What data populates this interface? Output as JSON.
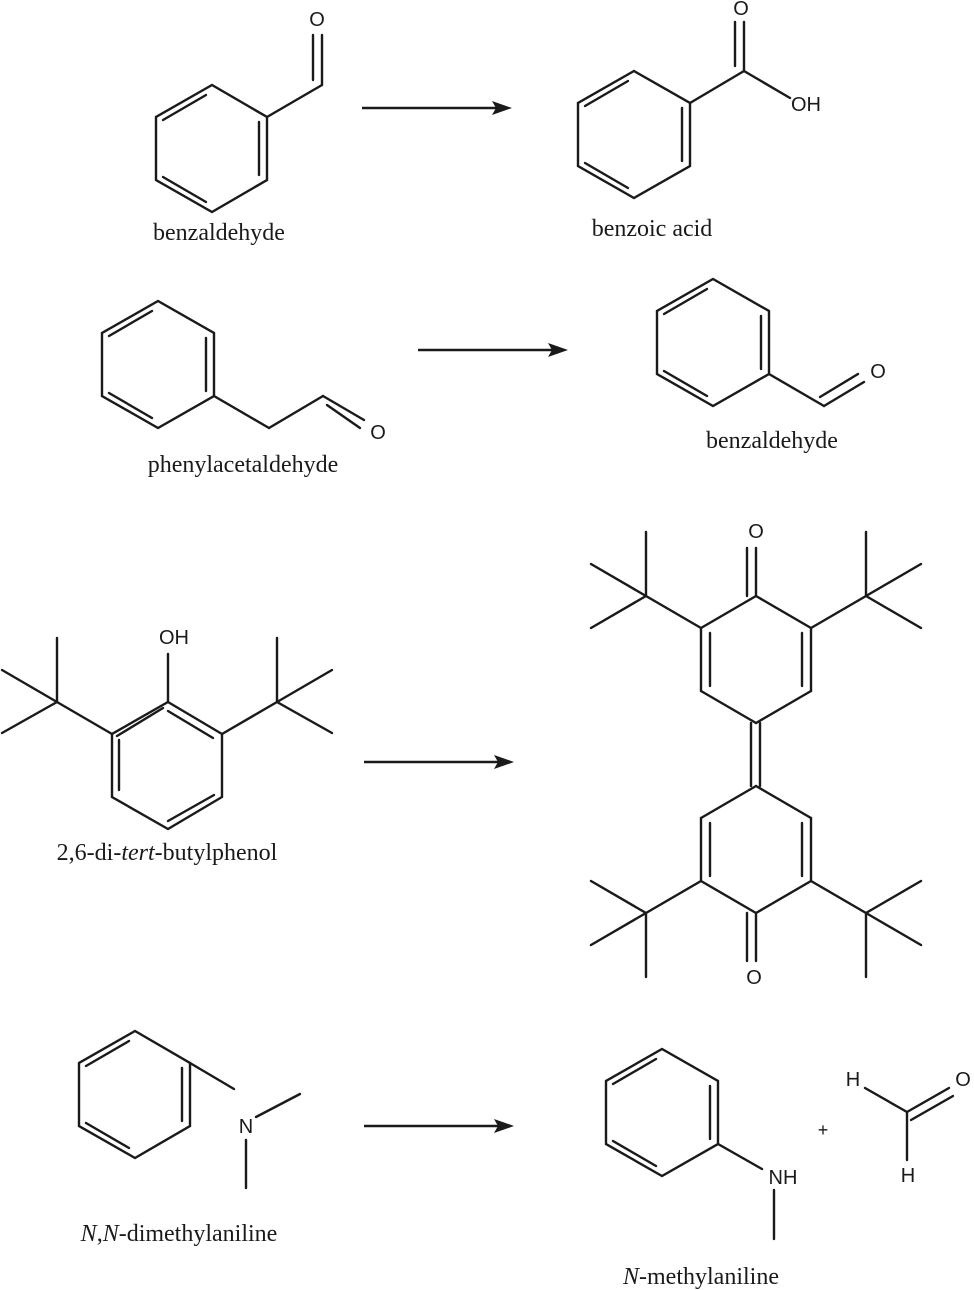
{
  "reactions": [
    {
      "reactant": {
        "name": "benzaldehyde",
        "atoms": {
          "o": "O"
        }
      },
      "product": {
        "name": "benzoic acid",
        "atoms": {
          "o": "O",
          "oh": "OH"
        }
      }
    },
    {
      "reactant": {
        "name": "phenylacetaldehyde",
        "atoms": {
          "o": "O"
        }
      },
      "product": {
        "name": "benzaldehyde",
        "atoms": {
          "o": "O"
        }
      }
    },
    {
      "reactant": {
        "name_prefix": "2,6-di-",
        "name_italic": "tert",
        "name_suffix": "-butylphenol",
        "atoms": {
          "oh": "OH"
        }
      },
      "product": {
        "atoms": {
          "o_top": "O",
          "o_bottom": "O"
        }
      }
    },
    {
      "reactant": {
        "name_italic_1": "N",
        "name_sep": ",",
        "name_italic_2": "N",
        "name_suffix": "-dimethylaniline",
        "atoms": {
          "n": "N"
        }
      },
      "product": {
        "name_italic": "N",
        "name_suffix": "-methylaniline",
        "atoms": {
          "nh": "NH"
        }
      },
      "plus": "+",
      "byproduct": {
        "atoms": {
          "h_top": "H",
          "o": "O",
          "h_bottom": "H"
        }
      }
    }
  ]
}
